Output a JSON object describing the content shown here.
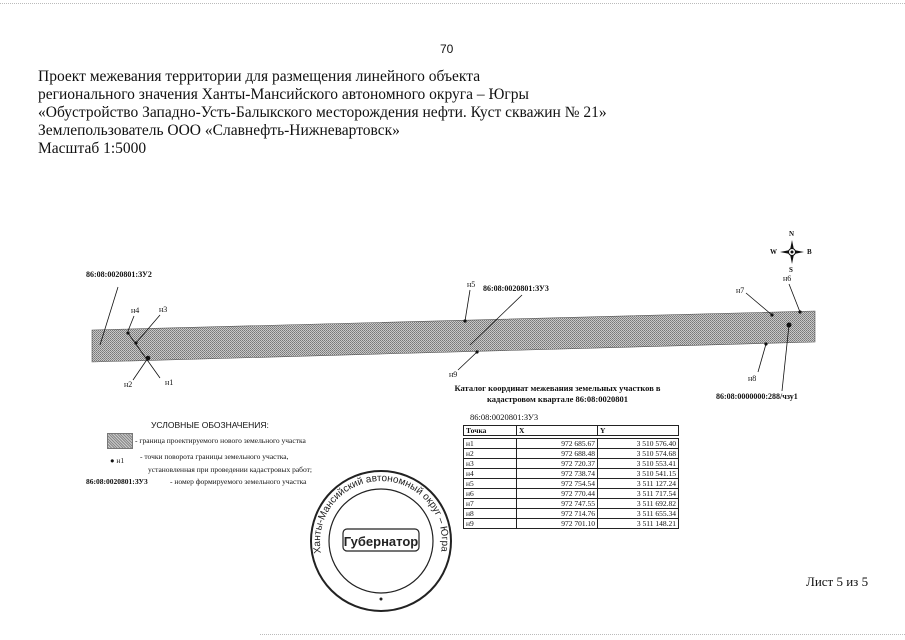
{
  "page_number": "70",
  "title_lines": [
    "Проект межевания территории для размещения линейного объекта",
    "регионального значения Ханты-Мансийского автономного округа – Югры",
    "«Обустройство Западно-Усть-Балыкского месторождения нефти. Куст скважин № 21»",
    "Землепользователь ООО «Славнефть-Нижневартовск»",
    "Масштаб 1:5000"
  ],
  "map": {
    "parcel_labels": {
      "zu2": "86:08:0020801:ЗУ2",
      "zu3": "86:08:0020801:ЗУ3",
      "chzu1": "86:08:0000000:288/чзу1"
    },
    "points": [
      "н1",
      "н2",
      "н3",
      "н4",
      "н5",
      "н6",
      "н7",
      "н8",
      "н9"
    ],
    "compass": {
      "n": "N",
      "w": "W",
      "e": "В",
      "s": "S"
    }
  },
  "legend": {
    "title": "УСЛОВНЫЕ ОБОЗНАЧЕНИЯ:",
    "items": [
      {
        "text": "- граница проектируемого нового земельного участка"
      },
      {
        "symbol": "н1",
        "text": "- точки поворота границы земельного участка,",
        "text2": "установленная при проведении кадастровых работ;"
      },
      {
        "symbol": "86:08:0020801:ЗУ3",
        "text": "- номер формируемого земельного участка"
      }
    ]
  },
  "catalog": {
    "title_line1": "Каталог координат межевания земельных участков в",
    "title_line2": "кадастровом квартале 86:08:0020801",
    "subtitle": "86:08:0020801:ЗУ3",
    "headers": [
      "Точка",
      "X",
      "Y"
    ],
    "rows": [
      [
        "н1",
        "972 685.67",
        "3 510 576.40"
      ],
      [
        "н2",
        "972 688.48",
        "3 510 574.68"
      ],
      [
        "н3",
        "972 720.37",
        "3 510 553.41"
      ],
      [
        "н4",
        "972 738.74",
        "3 510 541.15"
      ],
      [
        "н5",
        "972 754.54",
        "3 511 127.24"
      ],
      [
        "н6",
        "972 770.44",
        "3 511 717.54"
      ],
      [
        "н7",
        "972 747.55",
        "3 511 692.82"
      ],
      [
        "н8",
        "972 714.76",
        "3 511 655.34"
      ],
      [
        "н9",
        "972 701.10",
        "3 511 148.21"
      ]
    ]
  },
  "stamp": {
    "ring_text": "Ханты-Мансийский автономный округ – Югра",
    "center_text": "Губернатор"
  },
  "sheet": "Лист 5 из 5"
}
